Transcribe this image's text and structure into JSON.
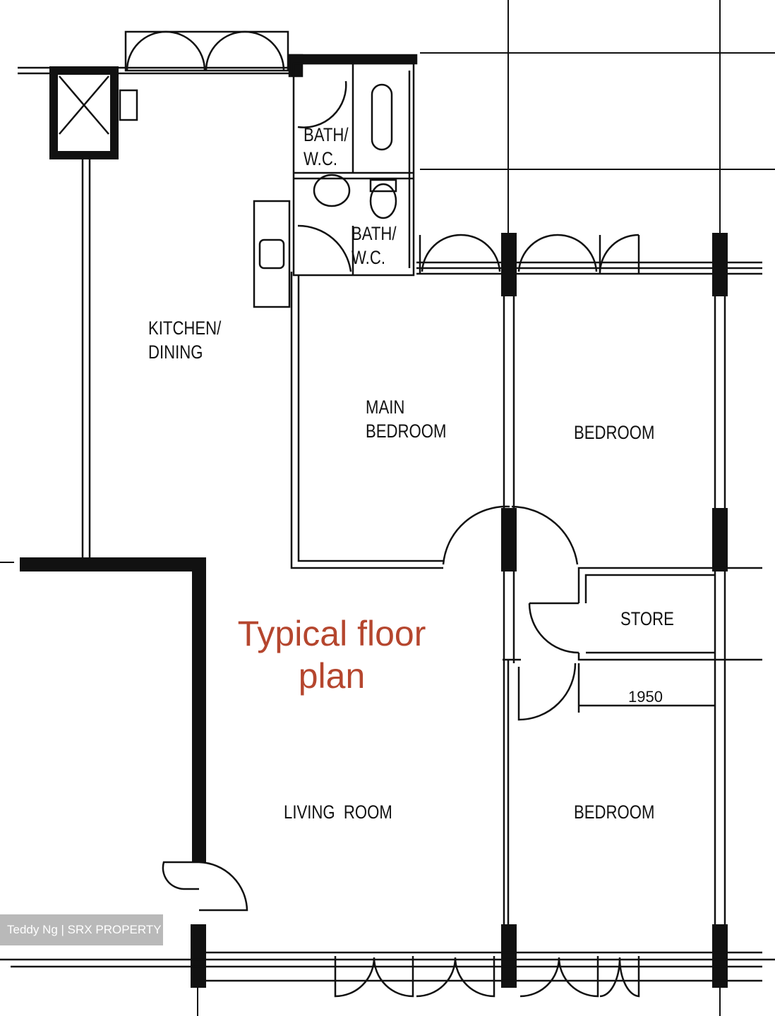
{
  "title": "Typical floor plan",
  "rooms": {
    "bath_wc_1": "BATH/\nW.C.",
    "bath_wc_2": "BATH/\nW.C.",
    "kitchen_dining": "KITCHEN/\nDINING",
    "main_bedroom": "MAIN\nBEDROOM",
    "bedroom_1": "BEDROOM",
    "store": "STORE",
    "living_room": "LIVING  ROOM",
    "bedroom_2": "BEDROOM"
  },
  "dimension": "1950",
  "watermark": "Teddy Ng | SRX PROPERTY"
}
